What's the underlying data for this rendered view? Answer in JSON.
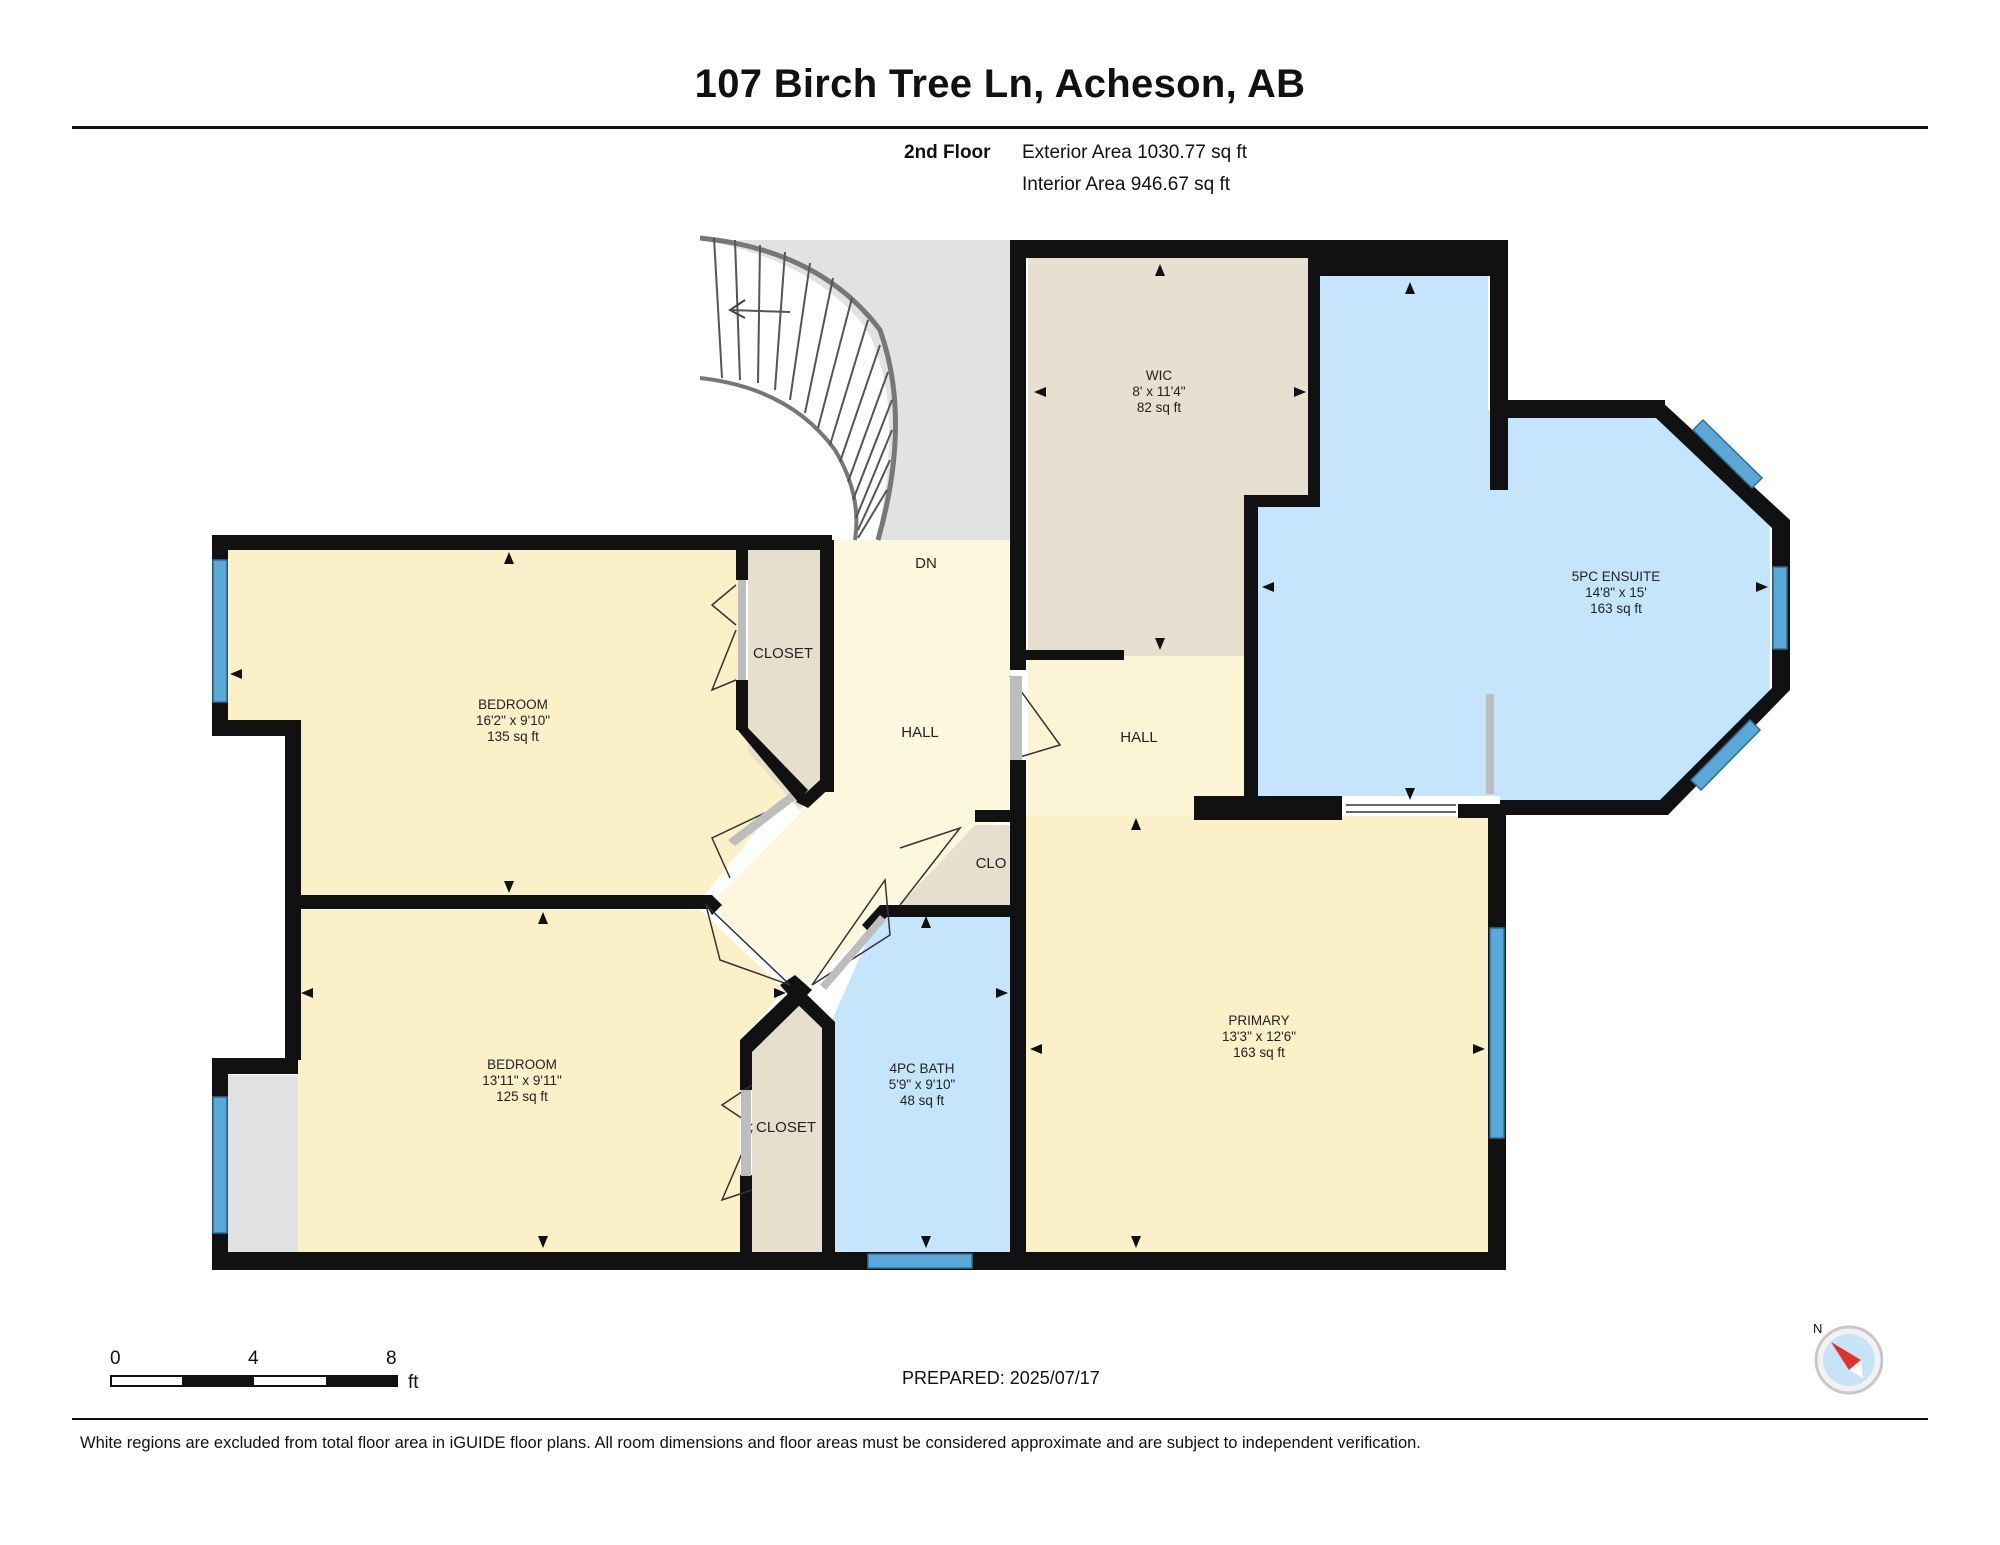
{
  "header": {
    "title": "107 Birch Tree Ln, Acheson, AB",
    "floor_label": "2nd Floor",
    "exterior_area": "Exterior Area 1030.77 sq ft",
    "interior_area": "Interior Area 946.67 sq ft"
  },
  "rooms": {
    "bedroom1": {
      "name": "BEDROOM",
      "dims": "16'2\" x 9'10\"",
      "area": "135 sq ft"
    },
    "bedroom2": {
      "name": "BEDROOM",
      "dims": "13'11\" x 9'11\"",
      "area": "125 sq ft"
    },
    "closet1": {
      "name": "CLOSET"
    },
    "closet2": {
      "name": "CLOSET"
    },
    "hall1": {
      "name": "HALL"
    },
    "hall2": {
      "name": "HALL"
    },
    "dn": {
      "name": "DN"
    },
    "clo": {
      "name": "CLO"
    },
    "wic": {
      "name": "WIC",
      "dims": "8' x 11'4\"",
      "area": "82 sq ft"
    },
    "ensuite": {
      "name": "5PC ENSUITE",
      "dims": "14'8\" x 15'",
      "area": "163 sq ft"
    },
    "bath": {
      "name": "4PC BATH",
      "dims": "5'9\" x 9'10\"",
      "area": "48 sq ft"
    },
    "primary": {
      "name": "PRIMARY",
      "dims": "13'3\" x 12'6\"",
      "area": "163 sq ft"
    }
  },
  "colors": {
    "bedroom": "#fcf0c8",
    "hall": "#fdf8dd",
    "closet": "#e8dfcd",
    "bath": "#c4e5fb",
    "stairs": "#e2e2e2",
    "wall": "#111111",
    "window": "#5aa7d8"
  },
  "scale": {
    "ticks": [
      "0",
      "4",
      "8"
    ],
    "unit": "ft"
  },
  "footer": {
    "prepared": "PREPARED: 2025/07/17",
    "disclaimer": "White regions are excluded from total floor area in iGUIDE floor plans. All room dimensions and floor areas must be considered approximate and are subject to independent verification."
  },
  "compass": {
    "label": "N",
    "icon": "north-compass-icon"
  }
}
